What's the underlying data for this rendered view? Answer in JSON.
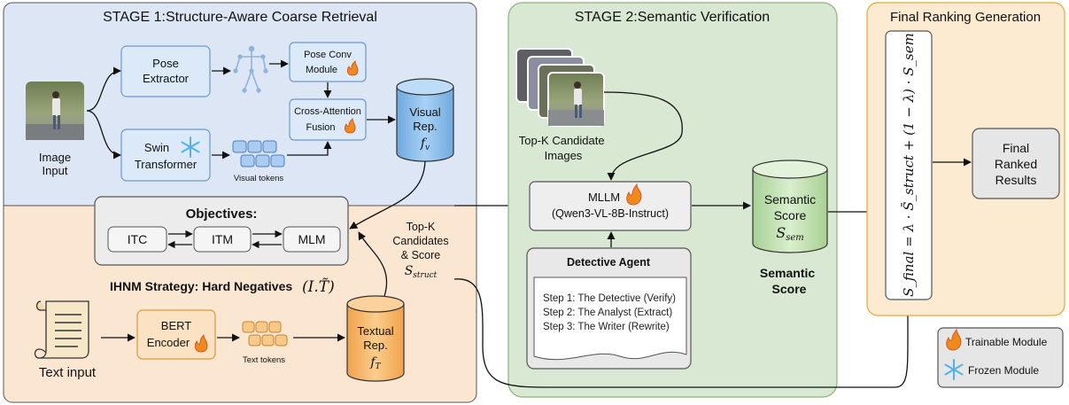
{
  "stage1": {
    "title": "STAGE 1:Structure-Aware Coarse Retrieval",
    "image_input": "Image Input",
    "pose_extractor": "Pose Extractor",
    "pose_conv": "Pose Conv Module",
    "cross_attention": "Cross-Attention Fusion",
    "swin": "Swin Transformer",
    "visual_tokens": "Visual tokens",
    "visual_rep_line1": "Visual",
    "visual_rep_line2": "Rep.",
    "visual_rep_symbol": "f",
    "visual_rep_sub": "v"
  },
  "objectives": {
    "title": "Objectives:",
    "itc": "ITC",
    "itm": "ITM",
    "mlm": "MLM"
  },
  "ihnm": {
    "title": "IHNM Strategy: Hard Negatives",
    "formula": "(I.T̃)"
  },
  "text_branch": {
    "text_input": "Text input",
    "bert": "BERT Encoder",
    "text_tokens": "Text tokens",
    "textual_rep_line1": "Textual",
    "textual_rep_line2": "Rep.",
    "textual_rep_symbol": "f",
    "textual_rep_sub": "T"
  },
  "topk": {
    "line1": "Top-K",
    "line2": "Candidates",
    "line3": "& Score",
    "symbol": "S",
    "sub": "struct"
  },
  "stage2": {
    "title": "STAGE 2:Semantic Verification",
    "candidates_line1": "Top-K Candidate",
    "candidates_line2": "Images",
    "mllm_line1": "MLLM",
    "mllm_line2": "(Qwen3-VL-8B-Instruct)",
    "agent_title": "Detective Agent",
    "steps": [
      "Step 1: The Detective (Verify)",
      "Step 2: The Analyst (Extract)",
      "Step 3: The Writer (Rewrite)"
    ],
    "semantic_score_line1": "Semantic",
    "semantic_score_line2": "Score",
    "semantic_symbol": "S",
    "semantic_sub": "sem",
    "semantic_caption_line1": "Semantic",
    "semantic_caption_line2": "Score"
  },
  "stage3": {
    "title": "Final Ranking Generation",
    "formula": "S_final = λ · S̄_struct + (1 − λ) · S_sem",
    "result_line1": "Final",
    "result_line2": "Ranked",
    "result_line3": "Results"
  },
  "legend": {
    "trainable": "Trainable Module",
    "frozen": "Frozen Module"
  },
  "colors": {
    "stage1_bg": "#dce6f5",
    "stage1_lower_bg": "#fbe6d2",
    "stage2_bg": "#d9e8d2",
    "stage2_border": "#8cb377",
    "stage3_bg": "#fdebd1",
    "stage3_border": "#e7a63a",
    "blue_box": "#dbe9f8",
    "blue_border": "#6c98c9",
    "orange_box": "#fbe2c2",
    "orange_border": "#d99a3c",
    "cyl_blue": "#8fc0ee",
    "cyl_orange": "#f7b96b",
    "cyl_green": "#c7e3b7"
  }
}
